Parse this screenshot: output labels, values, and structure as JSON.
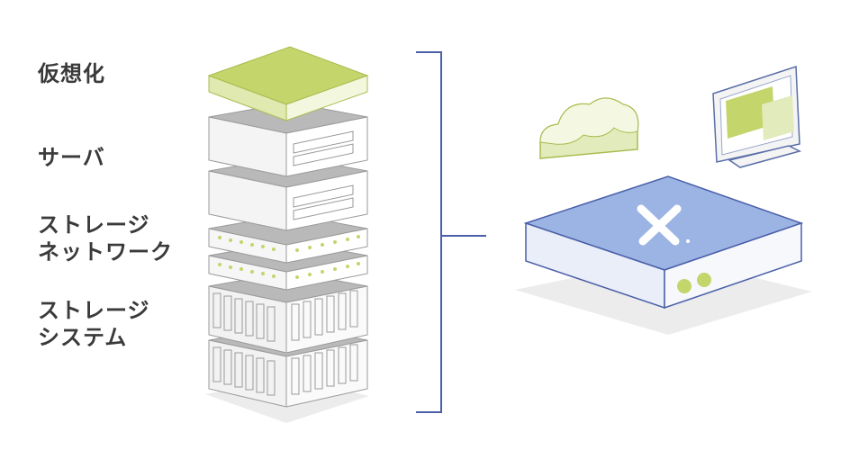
{
  "labels": {
    "virtualization": "仮想化",
    "server": "サーバ",
    "storage_network_line1": "ストレージ",
    "storage_network_line2": "ネットワーク",
    "storage_system_line1": "ストレージ",
    "storage_system_line2": "システム"
  },
  "icons": {
    "stack": [
      "virtualization-layer-icon",
      "server-unit-icon",
      "network-switch-icon",
      "storage-array-icon"
    ],
    "right": [
      "cloud-icon",
      "monitor-icon",
      "nutanix-appliance-icon",
      "nutanix-x-logo"
    ]
  },
  "colors": {
    "green": "#c3d56b",
    "light_green": "#e2ebbb",
    "blue": "#9bb4e4",
    "bracket": "#4a5fa8",
    "gray": "#8a8a8a",
    "dark_gray": "#b9b9b9"
  }
}
